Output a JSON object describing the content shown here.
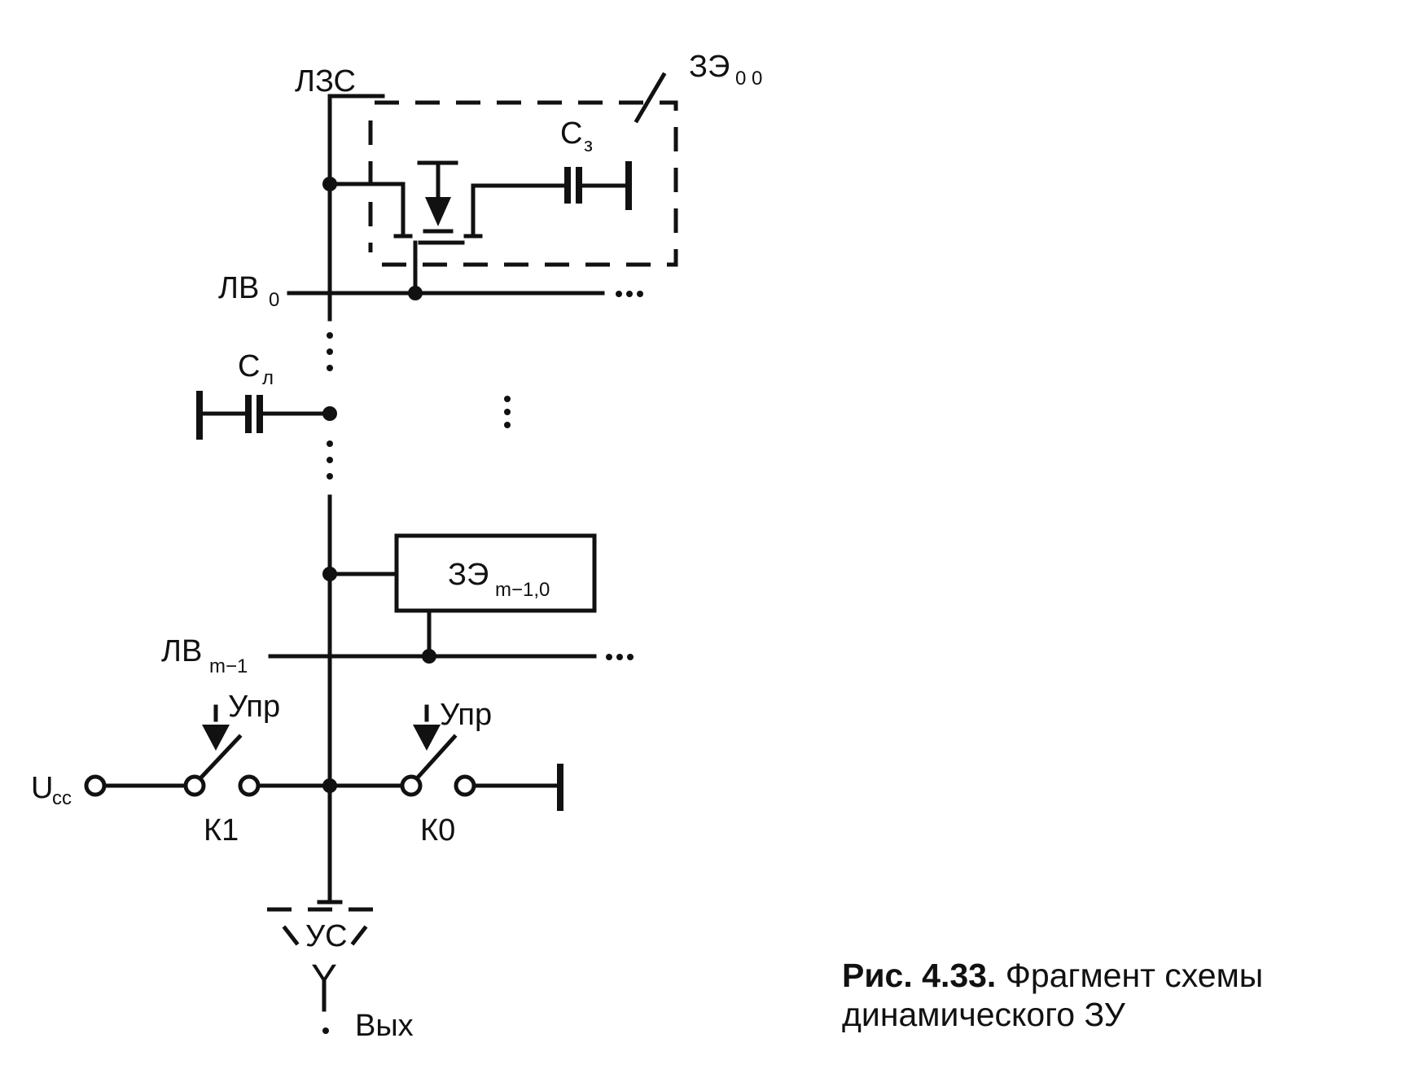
{
  "labels": {
    "bitline": "ЛЗС",
    "cell_top": "ЗЭ",
    "cell_top_sub": "0 0",
    "cell_cap": "С",
    "cell_cap_sub": "з",
    "word0": "ЛВ",
    "word0_sub": "0",
    "line_cap": "С",
    "line_cap_sub": "л",
    "cell_block": "ЗЭ",
    "cell_block_sub": "m−1,0",
    "word_m1": "ЛВ",
    "word_m1_sub": "m−1",
    "ctrl1": "Упр",
    "ctrl2": "Упр",
    "supply": "U",
    "supply_sub": "cc",
    "switch1": "К1",
    "switch0": "К0",
    "amp": "УС",
    "output": "Y",
    "output_sub": "Вых",
    "ellipsis": "…"
  },
  "caption": {
    "number": "Рис. 4.33.",
    "text": "Фрагмент схемы динамического ЗУ"
  }
}
